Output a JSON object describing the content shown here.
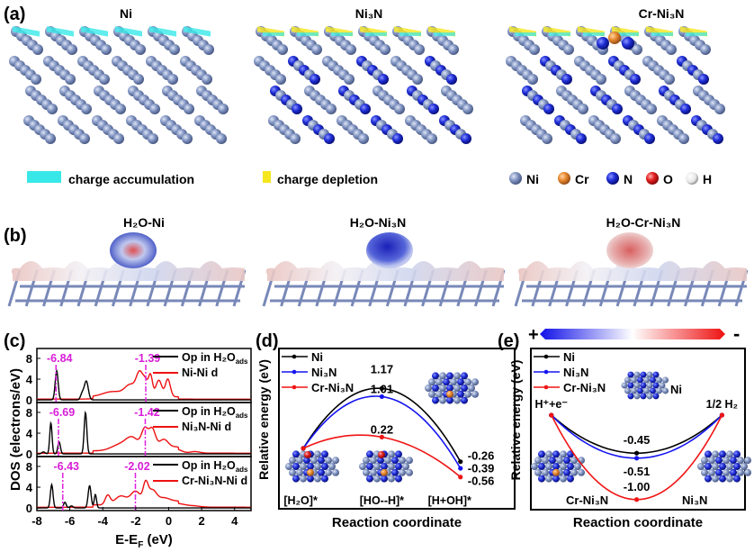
{
  "panel_labels": {
    "a": "(a)",
    "b": "(b)",
    "c": "(c)",
    "d": "(d)",
    "e": "(e)"
  },
  "panel_a": {
    "titles": [
      "Ni",
      "Ni₃N",
      "Cr-Ni₃N"
    ],
    "legend_accumulation": "charge accumulation",
    "legend_depletion": "charge depletion",
    "atom_legend": [
      {
        "label": "Ni",
        "color": "#7f93bf"
      },
      {
        "label": "Cr",
        "color": "#e8892e"
      },
      {
        "label": "N",
        "color": "#1f2fd8"
      },
      {
        "label": "O",
        "color": "#e32020"
      },
      {
        "label": "H",
        "color": "#f2f2f2"
      }
    ],
    "colors": {
      "accumulation": "#38e8e8",
      "depletion": "#f5e61e"
    }
  },
  "panel_b": {
    "titles": [
      "H₂O-Ni",
      "H₂O-Ni₃N",
      "H₂O-Cr-Ni₃N"
    ],
    "colorbar_plus": "+",
    "colorbar_minus": "-"
  },
  "chart_data": [
    {
      "panel": "c",
      "type": "line",
      "ylabel": "DOS (electrons/eV)",
      "xlabel_main": "E-E",
      "xlabel_sub": "F",
      "xlabel_unit": " (eV)",
      "xlim": [
        -8,
        5
      ],
      "ylim": [
        -0.5,
        9.9
      ],
      "xticks": [
        -8,
        -6,
        -4,
        -2,
        0,
        2,
        4
      ],
      "yticks": [
        0,
        4,
        8
      ],
      "subplots": [
        {
          "legend": [
            "Op in H₂O",
            "Ni-Ni d"
          ],
          "legend_sub": "ads",
          "dband_center_labels": [
            "-6.84",
            "-1.39"
          ],
          "centers": [
            -6.84,
            -1.39
          ],
          "black_peaks": [
            [
              -6.8,
              5.6,
              0.09
            ],
            [
              -5.0,
              3.6,
              0.12
            ],
            [
              -5.25,
              1.2,
              0.1
            ]
          ],
          "red_peaks": [
            [
              -1.75,
              4.2,
              0.2
            ],
            [
              -1.1,
              4.0,
              0.12
            ],
            [
              -0.6,
              3.2,
              0.18
            ],
            [
              -0.05,
              3.4,
              0.15
            ],
            [
              -2.3,
              2.2,
              0.35
            ],
            [
              -3.4,
              1.0,
              0.6
            ],
            [
              -1.4,
              2.5,
              0.15
            ]
          ]
        },
        {
          "legend": [
            "Op in H₂O",
            "Ni₃N-Ni d"
          ],
          "legend_sub": "ads",
          "dband_center_labels": [
            "-6.69",
            "-1.42"
          ],
          "centers": [
            -6.69,
            -1.42
          ],
          "black_peaks": [
            [
              -7.15,
              6.0,
              0.07
            ],
            [
              -6.65,
              2.3,
              0.08
            ],
            [
              -5.05,
              8.0,
              0.08
            ],
            [
              -7.6,
              0.4,
              0.1
            ]
          ],
          "red_peaks": [
            [
              -1.45,
              3.8,
              0.2
            ],
            [
              -1.0,
              4.0,
              0.2
            ],
            [
              -2.2,
              2.4,
              0.4
            ],
            [
              -3.0,
              1.1,
              0.5
            ],
            [
              -0.3,
              2.2,
              0.3
            ],
            [
              0.5,
              0.7,
              0.3
            ],
            [
              1.6,
              0.3,
              0.3
            ]
          ]
        },
        {
          "legend": [
            "Op in H₂O",
            "Cr-Ni₃N-Ni d"
          ],
          "legend_sub": "ads",
          "dband_center_labels": [
            "-6.43",
            "-2.02"
          ],
          "centers": [
            -6.43,
            -2.02
          ],
          "black_peaks": [
            [
              -7.1,
              4.5,
              0.08
            ],
            [
              -6.3,
              1.1,
              0.08
            ],
            [
              -4.8,
              4.3,
              0.09
            ],
            [
              -4.45,
              2.6,
              0.07
            ],
            [
              -5.9,
              0.4,
              0.1
            ]
          ],
          "red_peaks": [
            [
              -1.4,
              3.6,
              0.15
            ],
            [
              -1.0,
              2.6,
              0.25
            ],
            [
              -2.0,
              2.6,
              0.3
            ],
            [
              -2.9,
              1.7,
              0.35
            ],
            [
              -3.7,
              1.8,
              0.15
            ],
            [
              -0.3,
              1.3,
              0.4
            ],
            [
              0.6,
              0.6,
              0.4
            ],
            [
              1.5,
              0.25,
              0.4
            ]
          ]
        }
      ]
    },
    {
      "panel": "d",
      "type": "line",
      "xlabel": "Reaction coordinate",
      "ylabel": "Relative energy (eV)",
      "xlim": [
        -0.31,
        2.69
      ],
      "ylim": [
        -1.18,
        1.95
      ],
      "categories": [
        "[H₂O]*",
        "[HO--H]*",
        "[H+OH]*"
      ],
      "series": [
        {
          "name": "Ni",
          "color": "#000000",
          "values": [
            0,
            1.17,
            -0.26
          ],
          "labels": [
            "",
            "1.17",
            "-0.26"
          ]
        },
        {
          "name": "Ni₃N",
          "color": "#1414f0",
          "values": [
            0,
            1.01,
            -0.39
          ],
          "labels": [
            "",
            "1.01",
            "-0.39"
          ]
        },
        {
          "name": "Cr-Ni₃N",
          "color": "#f01414",
          "values": [
            0,
            0.22,
            -0.56
          ],
          "labels": [
            "",
            "0.22",
            "-0.56"
          ]
        }
      ]
    },
    {
      "panel": "e",
      "type": "line",
      "xlabel": "Reaction coordinate",
      "ylabel": "Relative energy (eV)",
      "xlim": [
        -0.24,
        2.27
      ],
      "ylim": [
        -1.12,
        0.79
      ],
      "start_label": "H⁺+e⁻",
      "end_label": "1/2 H₂",
      "structure_labels": [
        "Ni",
        "Cr-Ni₃N",
        "Ni₃N"
      ],
      "series": [
        {
          "name": "Ni",
          "color": "#000000",
          "values": [
            0,
            -0.45,
            0
          ],
          "label": "-0.45"
        },
        {
          "name": "Ni₃N",
          "color": "#1414f0",
          "values": [
            0,
            -0.51,
            0
          ],
          "label": "-0.51"
        },
        {
          "name": "Cr-Ni₃N",
          "color": "#f01414",
          "values": [
            0,
            -1.0,
            0
          ],
          "label": "-1.00"
        }
      ]
    }
  ]
}
